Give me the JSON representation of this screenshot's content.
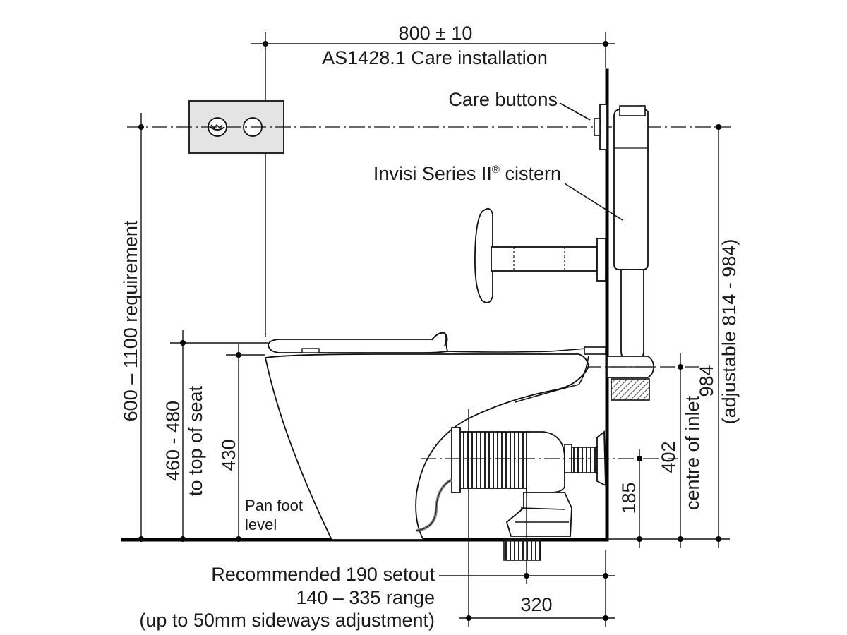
{
  "labels": {
    "width_dim": "800 ± 10",
    "installation": "AS1428.1 Care installation",
    "care_buttons": "Care buttons",
    "cistern": "Invisi Series II",
    "cistern_reg": "®",
    "cistern_suffix": " cistern",
    "button_height": "600 – 1100 requirement",
    "seat_range": "460 - 480",
    "seat_caption": "to top of seat",
    "pan_height": "430",
    "pan_foot_1": "Pan foot",
    "pan_foot_2": "level",
    "inlet_height": "984",
    "inlet_adjust": "(adjustable 814 - 984)",
    "outlet_height": "402",
    "outlet_caption": "centre of inlet",
    "outlet_185": "185",
    "setout_1": "Recommended 190 setout",
    "setout_2": "140 – 335 range",
    "setout_3": "(up to 50mm sideways adjustment)",
    "width_320": "320"
  },
  "colors": {
    "line": "#111111",
    "panel": "#e4e4e4",
    "hatch": "#8a8a8a",
    "text": "#1a1a1a"
  }
}
